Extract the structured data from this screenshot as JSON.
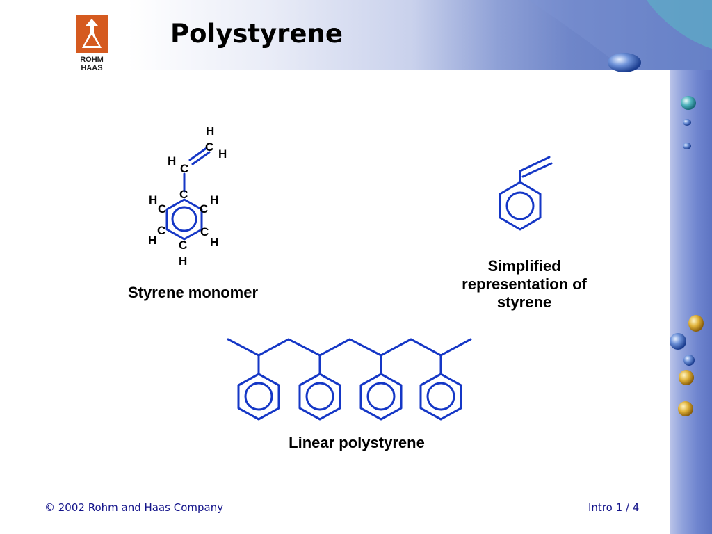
{
  "slide": {
    "title": "Polystyrene",
    "logo_text": [
      "ROHM",
      "HAAS"
    ],
    "captions": {
      "monomer": "Styrene monomer",
      "simplified": "Simplified representation of styrene",
      "polymer": "Linear polystyrene"
    },
    "footer": {
      "copyright": "© 2002 Rohm and Haas Company",
      "page": "Intro 1 /  4"
    }
  },
  "colors": {
    "bond": "#1537c6",
    "logo": "#d55a1f",
    "footer_text": "#14148a"
  }
}
